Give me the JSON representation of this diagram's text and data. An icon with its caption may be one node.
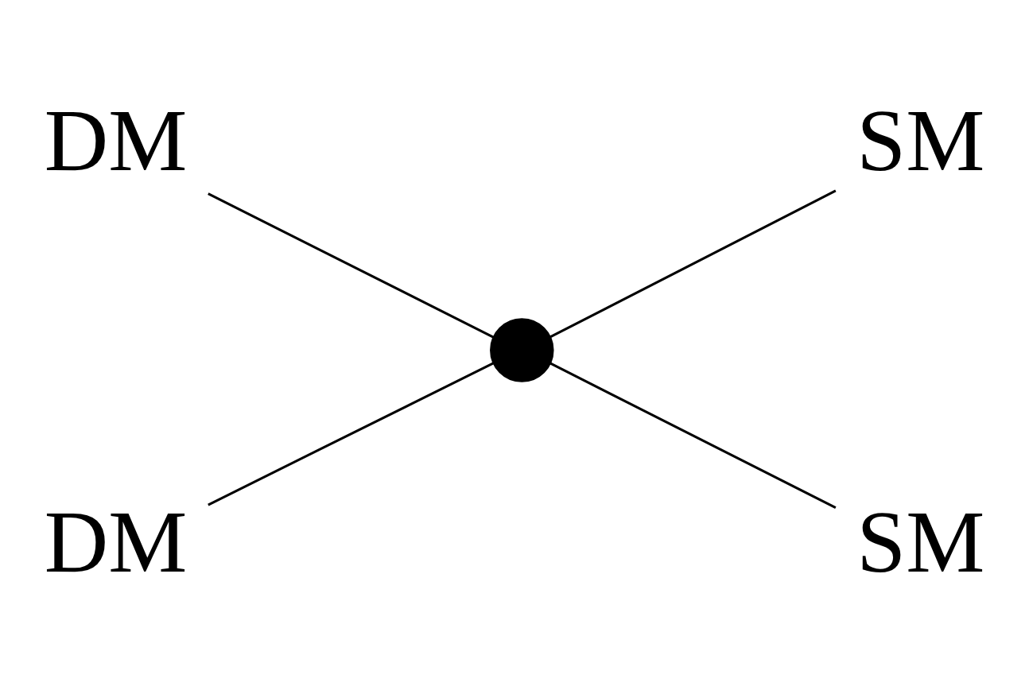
{
  "diagram": {
    "nodes": [
      {
        "text": [
          "DM"
        ]
      },
      {
        "text": [
          "SM"
        ]
      },
      {
        "text": [],
        "shape": "circle"
      },
      {
        "text": [
          "DM"
        ]
      },
      {
        "text": [
          "SM"
        ]
      }
    ],
    "edges": [
      {
        "from": 0,
        "to": 2,
        "arrow": "none"
      },
      {
        "from": 3,
        "to": 2,
        "arrow": "none"
      },
      {
        "from": 2,
        "to": 1,
        "arrow": "none"
      },
      {
        "from": 2,
        "to": 4,
        "arrow": "none"
      }
    ]
  }
}
